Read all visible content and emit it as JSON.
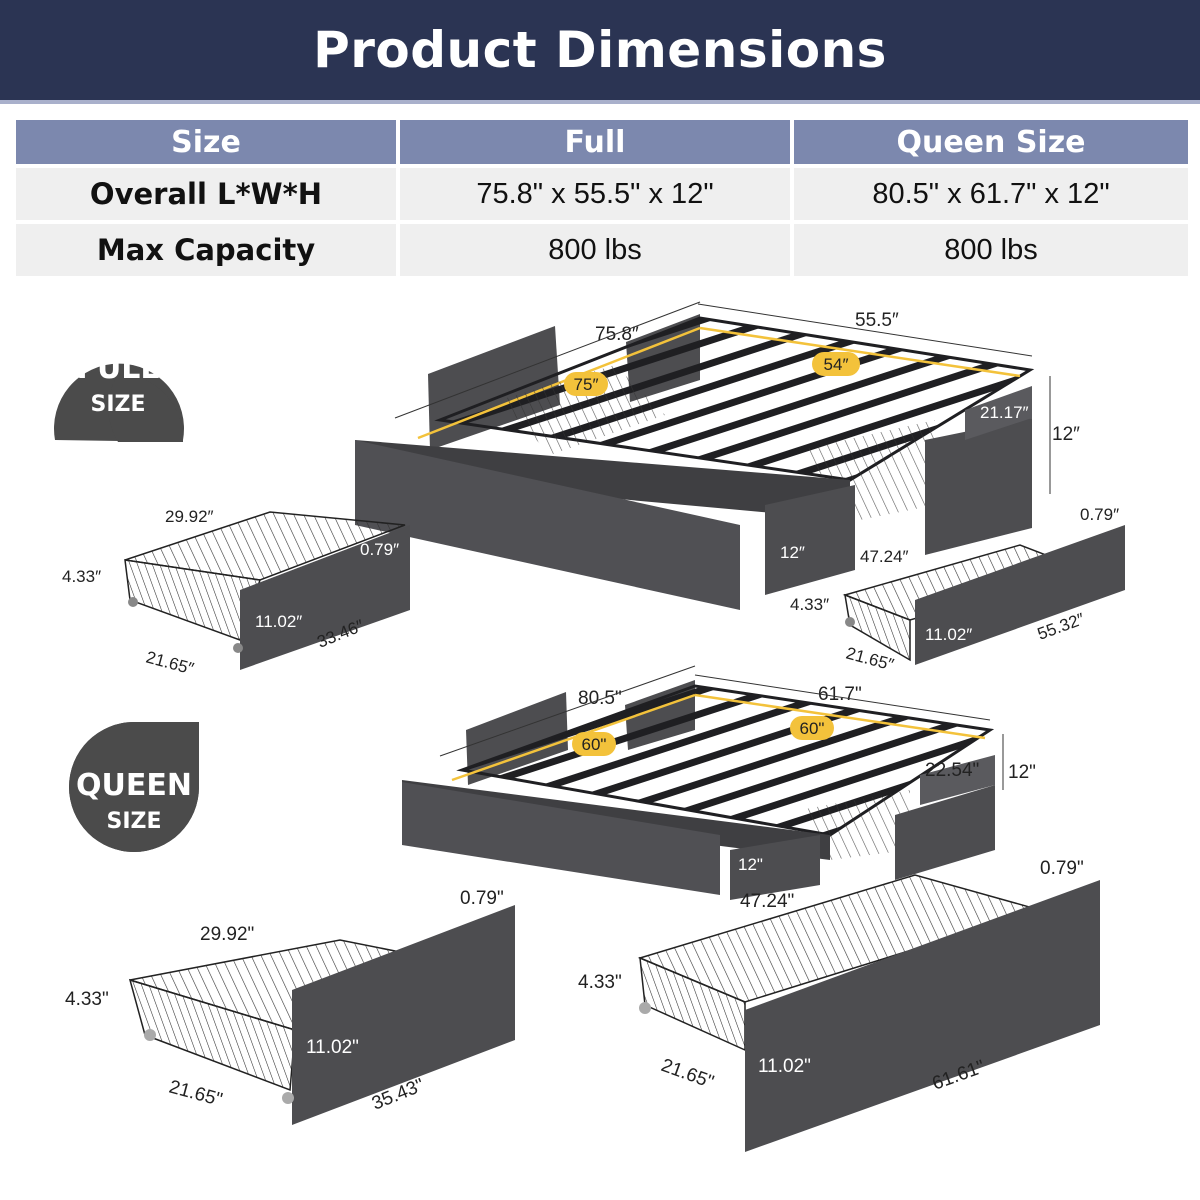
{
  "title": "Product Dimensions",
  "table": {
    "headers": [
      "Size",
      "Full",
      "Queen Size"
    ],
    "rows": [
      {
        "label": "Overall L*W*H",
        "full": "75.8\" x 55.5\" x 12\"",
        "queen": "80.5\" x 61.7\" x 12\""
      },
      {
        "label": "Max Capacity",
        "full": "800 lbs",
        "queen": "800 lbs"
      }
    ]
  },
  "badges": {
    "full": {
      "line1": "FULL",
      "line2": "SIZE"
    },
    "queen": {
      "line1": "QUEEN",
      "line2": "SIZE"
    }
  },
  "full_bed": {
    "length": "75.8″",
    "width": "55.5″",
    "inner_length": "75″",
    "inner_width": "54″",
    "headboard_width": "21.17″",
    "height": "12″",
    "side_height": "12″",
    "side_drawer_length": "47.24″"
  },
  "full_small_drawer": {
    "depth": "29.92″",
    "height": "4.33″",
    "front_thickness": "0.79″",
    "front_height": "11.02″",
    "width": "21.65″",
    "length": "33.46″"
  },
  "full_large_drawer": {
    "front_thickness": "0.79″",
    "height": "4.33″",
    "front_height": "11.02″",
    "width": "21.65″",
    "length": "55.32″"
  },
  "queen_bed": {
    "length": "80.5\"",
    "width": "61.7\"",
    "inner_length": "60\"",
    "inner_width": "60\"",
    "headboard_width": "22.54\"",
    "height": "12\"",
    "side_height": "12\"",
    "side_drawer_length": "47.24\""
  },
  "queen_small_drawer": {
    "depth": "29.92\"",
    "front_thickness": "0.79\"",
    "height": "4.33\"",
    "front_height": "11.02\"",
    "width": "21.65\"",
    "length": "35.43\""
  },
  "queen_large_drawer": {
    "front_thickness": "0.79\"",
    "height": "4.33\"",
    "front_height": "11.02\"",
    "width": "21.65\"",
    "length": "61.61\""
  },
  "colors": {
    "banner": "#2b3453",
    "table_header": "#7c88ae",
    "table_cell": "#efefef",
    "badge": "#4b4b4b",
    "fabric": "#4d4d50",
    "steel": "#1f1f22",
    "accent_yellow": "#f3c23b"
  }
}
